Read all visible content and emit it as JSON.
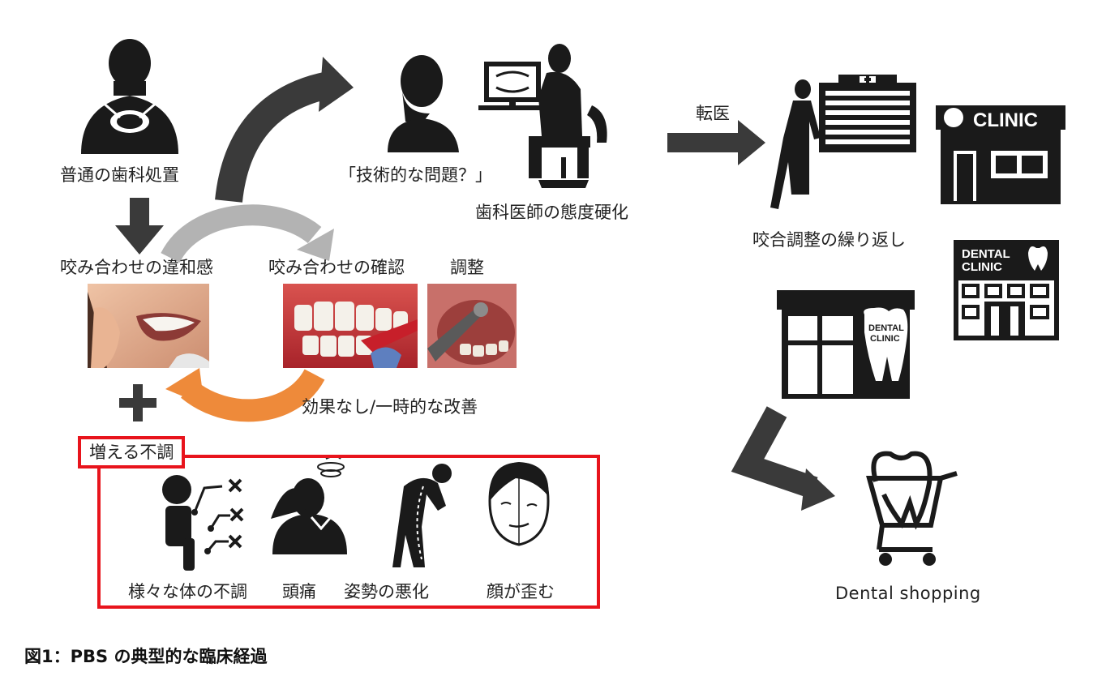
{
  "labels": {
    "normal_treatment": "普通の歯科処置",
    "bite_discomfort": "咬み合わせの違和感",
    "bite_check": "咬み合わせの確認",
    "adjustment": "調整",
    "technical_problem": "「技術的な問題？」",
    "dentist_attitude": "歯科医師の態度硬化",
    "transfer": "転医",
    "repeat_adjustment": "咬合調整の繰り返し",
    "no_effect": "効果なし/一時的な改善",
    "increasing_symptoms": "増える不調",
    "body_symptoms": "様々な体の不調",
    "headache": "頭痛",
    "posture": "姿勢の悪化",
    "face_distortion": "顔が歪む",
    "dental_shopping": "Dental shopping"
  },
  "signs": {
    "clinic": "CLINIC",
    "dental_clinic_line1": "DENTAL",
    "dental_clinic_line2": "CLINIC",
    "tooth_sign_line1": "DENTAL",
    "tooth_sign_line2": "CLINIC"
  },
  "caption": "図1：PBS の典型的な臨床経過",
  "colors": {
    "dark_arrow": "#3a3a3a",
    "gray_arrow": "#b3b3b3",
    "orange_arrow": "#ee8a3a",
    "red_box": "#e8141c",
    "silhouette": "#1a1a1a"
  }
}
